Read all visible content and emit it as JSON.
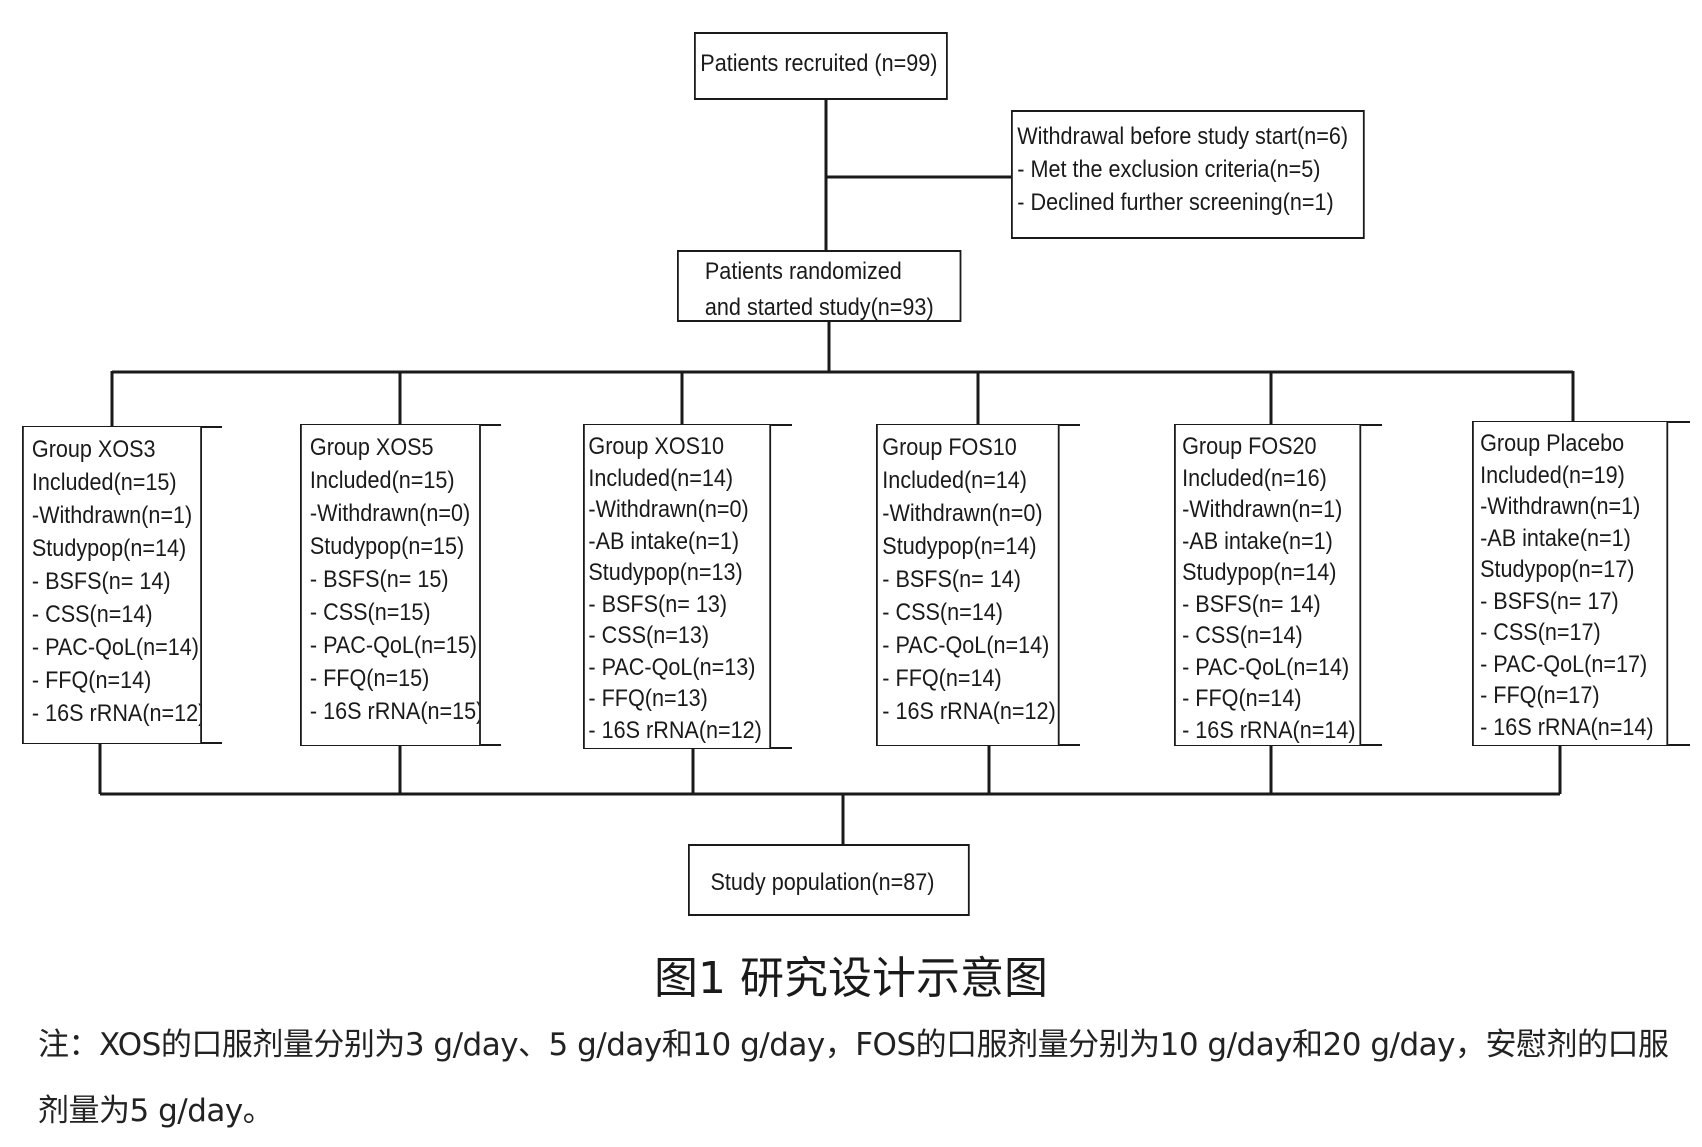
{
  "diagram": {
    "recruited": {
      "lines": [
        "Patients recruited (n=99)"
      ]
    },
    "withdrawal": {
      "lines": [
        "Withdrawal before study start(n=6)",
        "- Met the exclusion criteria(n=5)",
        "- Declined further screening(n=1)"
      ]
    },
    "randomized": {
      "lines": [
        "Patients randomized",
        "and started study(n=93)"
      ]
    },
    "groups": [
      {
        "lines": [
          "Group XOS3",
          "Included(n=15)",
          "-Withdrawn(n=1)",
          "Studypop(n=14)",
          "- BSFS(n= 14)",
          "- CSS(n=14)",
          "- PAC-QoL(n=14)",
          "- FFQ(n=14)",
          "- 16S rRNA(n=12)"
        ]
      },
      {
        "lines": [
          "Group XOS5",
          "Included(n=15)",
          "-Withdrawn(n=0)",
          "Studypop(n=15)",
          "- BSFS(n= 15)",
          "- CSS(n=15)",
          "- PAC-QoL(n=15)",
          "- FFQ(n=15)",
          "- 16S rRNA(n=15)"
        ]
      },
      {
        "lines": [
          "Group XOS10",
          "Included(n=14)",
          "-Withdrawn(n=0)",
          "-AB intake(n=1)",
          "Studypop(n=13)",
          "- BSFS(n= 13)",
          "- CSS(n=13)",
          "- PAC-QoL(n=13)",
          "- FFQ(n=13)",
          "- 16S rRNA(n=12)"
        ]
      },
      {
        "lines": [
          "Group FOS10",
          "Included(n=14)",
          "-Withdrawn(n=0)",
          "Studypop(n=14)",
          "- BSFS(n= 14)",
          "- CSS(n=14)",
          "- PAC-QoL(n=14)",
          "- FFQ(n=14)",
          "- 16S rRNA(n=12)"
        ]
      },
      {
        "lines": [
          "Group FOS20",
          "Included(n=16)",
          "-Withdrawn(n=1)",
          "-AB intake(n=1)",
          "Studypop(n=14)",
          "- BSFS(n= 14)",
          "- CSS(n=14)",
          "- PAC-QoL(n=14)",
          "- FFQ(n=14)",
          "- 16S rRNA(n=14)"
        ]
      },
      {
        "lines": [
          "Group Placebo",
          "Included(n=19)",
          "-Withdrawn(n=1)",
          "-AB intake(n=1)",
          "Studypop(n=17)",
          "- BSFS(n= 17)",
          "- CSS(n=17)",
          "- PAC-QoL(n=17)",
          "- FFQ(n=17)",
          "- 16S rRNA(n=14)"
        ]
      }
    ],
    "population": {
      "lines": [
        "Study population(n=87)"
      ]
    }
  },
  "caption": "图1 研究设计示意图",
  "note": "注：XOS的口服剂量分别为3 g/day、5 g/day和10 g/day，FOS的口服剂量分别为10 g/day和20 g/day，安慰剂的口服剂量为5 g/day。",
  "colors": {
    "stroke": "#1a1a1a",
    "text": "#1a1a1a"
  }
}
